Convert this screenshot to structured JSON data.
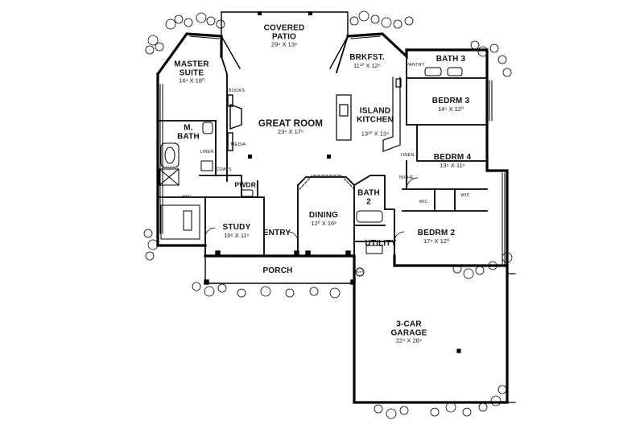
{
  "plan": {
    "rooms": {
      "covered_patio": {
        "name": "COVERED\nPATIO",
        "dims": "29⁴ X 13⁶"
      },
      "master_suite": {
        "name": "MASTER\nSUITE",
        "dims": "14⁴ X 18⁰"
      },
      "brkfst": {
        "name": "BRKFST.",
        "dims": "11¹⁰ X 12⁶"
      },
      "bath3": {
        "name": "BATH 3"
      },
      "bedrm3": {
        "name": "BEDRM 3",
        "dims": "14⁵ X 12⁰"
      },
      "great_room": {
        "name": "GREAT ROOM",
        "dims": "23⁴ X 17⁶"
      },
      "island_kitchen": {
        "name": "ISLAND\nKITCHEN",
        "dims": "13¹⁰ X 13⁴"
      },
      "m_bath": {
        "name": "M.\nBATH"
      },
      "bedrm4": {
        "name": "BEDRM 4",
        "dims": "13⁶ X 11⁶"
      },
      "pwdr": {
        "name": "PWDR."
      },
      "bath2": {
        "name": "BATH\n2"
      },
      "study": {
        "name": "STUDY",
        "dims": "10⁶ X 11⁶"
      },
      "entry": {
        "name": "ENTRY"
      },
      "dining": {
        "name": "DINING",
        "dims": "12⁰ X 16²"
      },
      "utility": {
        "name": "UTILITY"
      },
      "bedrm2": {
        "name": "BEDRM 2",
        "dims": "17⁶ X 12⁰"
      },
      "porch": {
        "name": "PORCH"
      },
      "garage": {
        "name": "3-CAR\nGARAGE",
        "dims": "22⁴ X 28⁴"
      }
    },
    "small_labels": {
      "pantry": "PANTRY",
      "books": "BOOKS",
      "media": "MEDIA",
      "linen_master": "LINEN",
      "coats": "COATS",
      "wic_master": "WIC",
      "linen_hall": "LINEN",
      "niche": "NICHE",
      "wic_bed4": "WIC",
      "wic_bed2": "WIC",
      "wh": "W/H"
    }
  }
}
